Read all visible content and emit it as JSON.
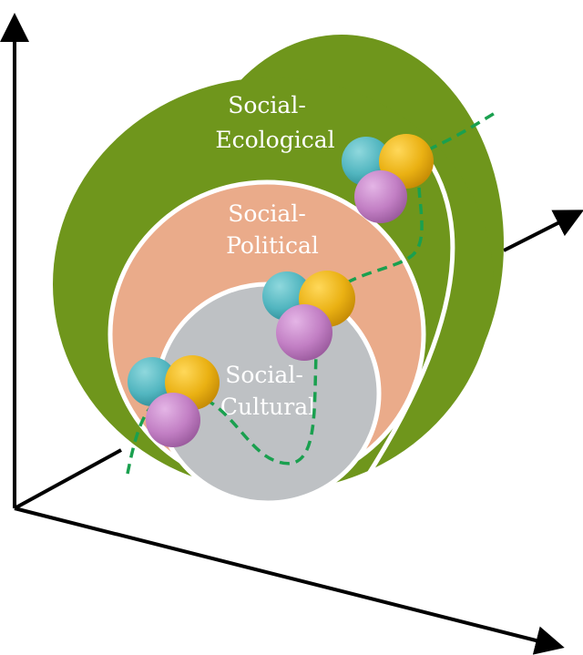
{
  "labels": {
    "ecological": [
      "Social-",
      "Ecological"
    ],
    "political": [
      "Social-",
      "Political"
    ],
    "cultural": [
      "Social-",
      "Cultural"
    ]
  },
  "colors": {
    "axis": "#000000",
    "ecological": "#6f961c",
    "political": "#eaab8a",
    "cultural": "#bec1c4",
    "ring": "#ffffff",
    "path": "#1aa04f",
    "teal": "#52b6c0",
    "gold": "#eab113",
    "violet": "#c27fc4"
  }
}
